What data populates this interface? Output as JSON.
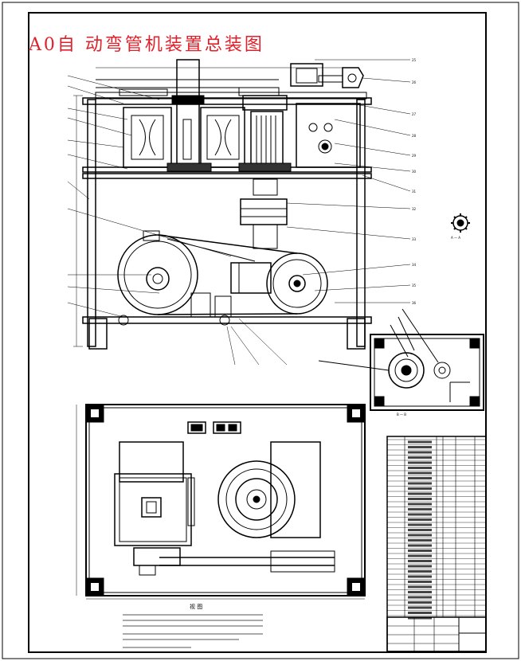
{
  "drawing_title": "A0自 动弯管机装置总装图",
  "view_labels": {
    "top_view_title": "视 图",
    "section_ab": "A — A",
    "section_bb": "B — B"
  },
  "colors": {
    "title_red": "#e0202a",
    "line_black": "#000000",
    "background": "#ffffff"
  }
}
